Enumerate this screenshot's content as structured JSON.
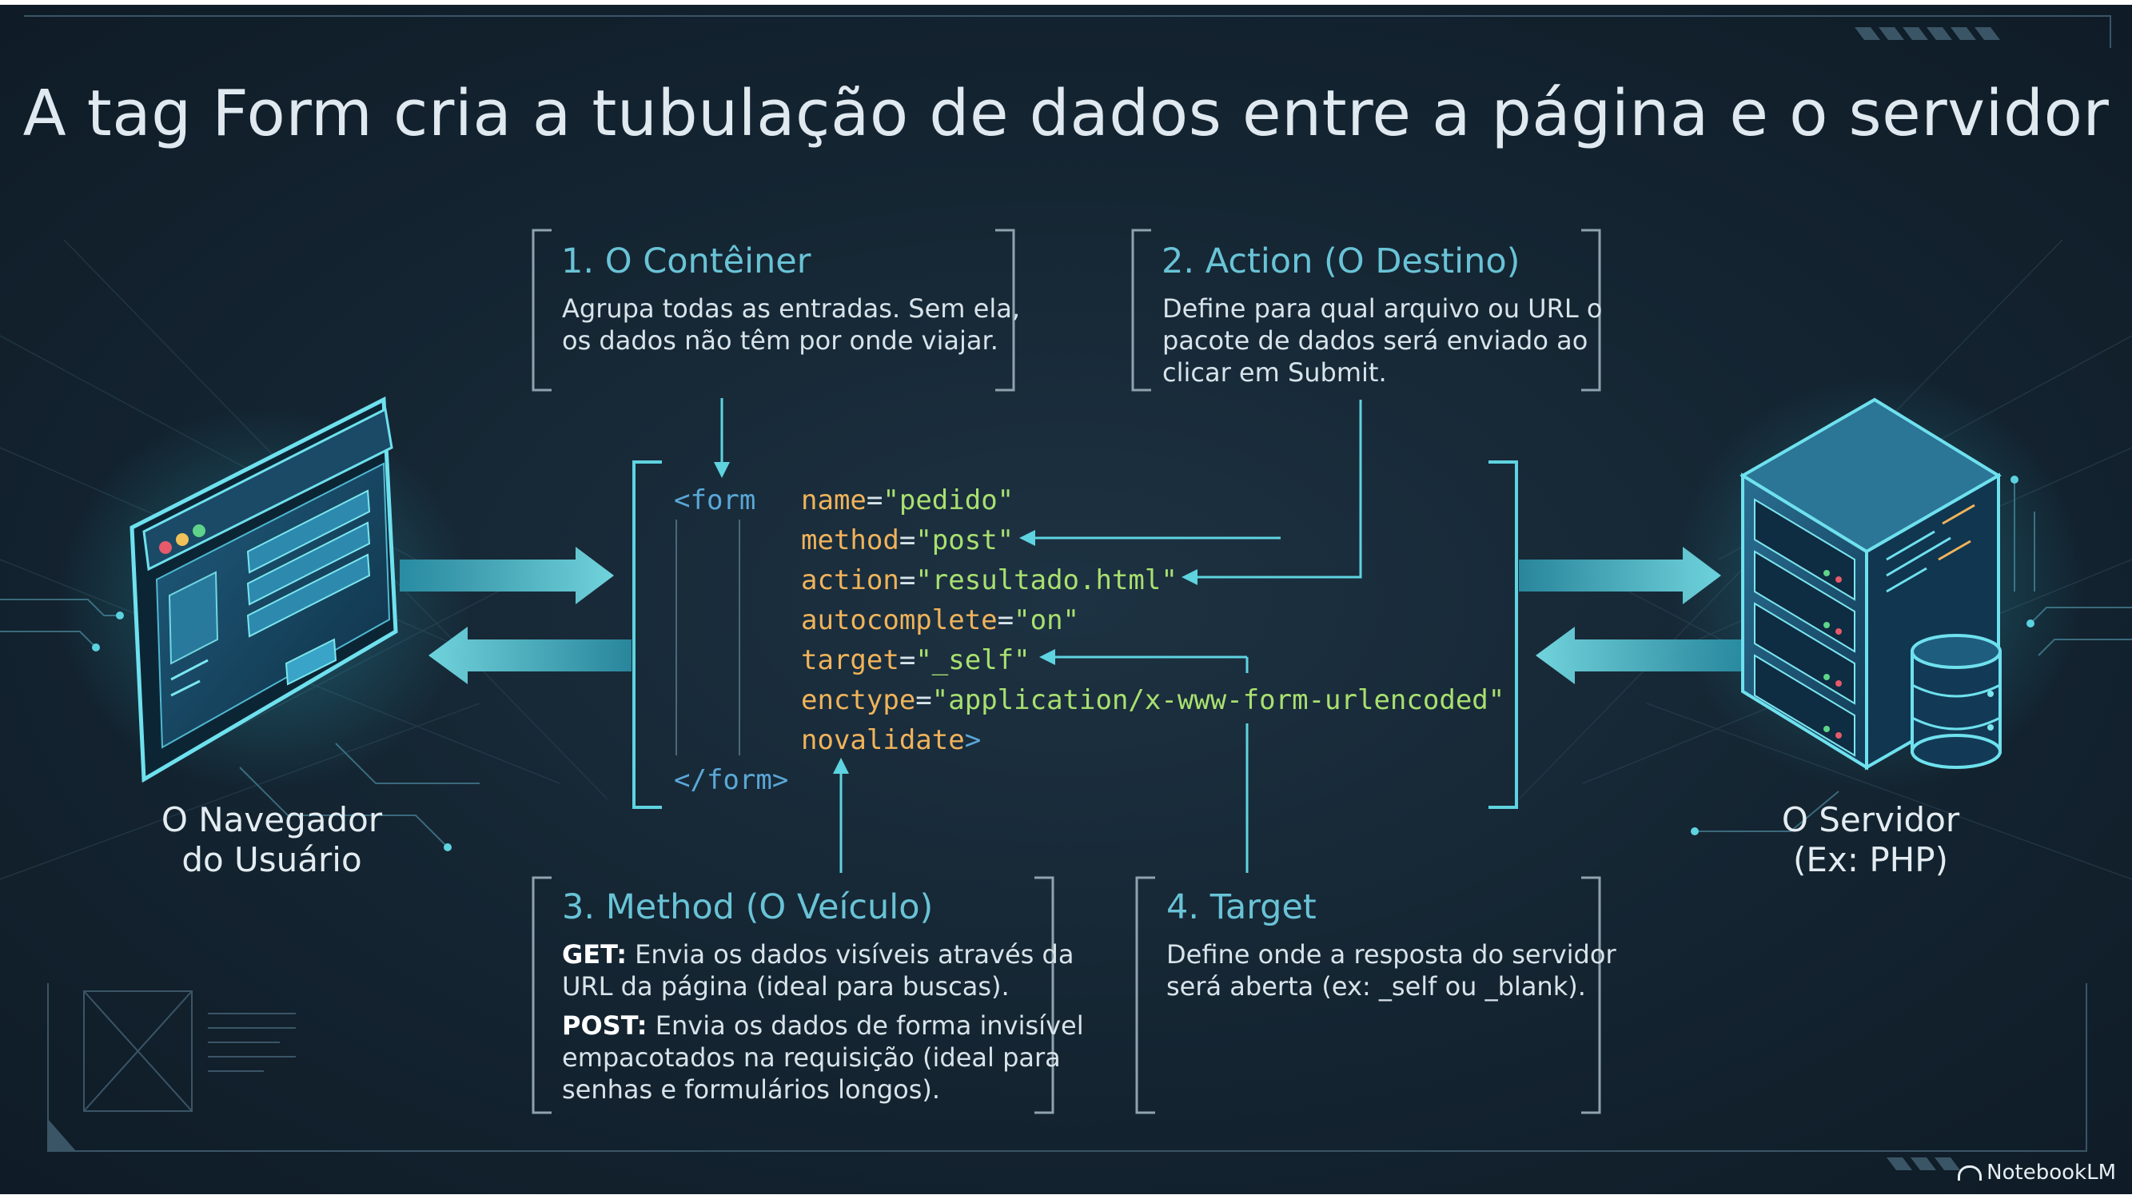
{
  "title": "A tag Form cria a tubulação de dados entre a página e o servidor",
  "boxes": {
    "container": {
      "title": "1. O Contêiner",
      "lines": [
        "Agrupa todas as entradas. Sem ela,",
        "os dados não têm por onde viajar."
      ]
    },
    "action": {
      "title": "2. Action (O Destino)",
      "lines": [
        "Define para qual arquivo ou URL o",
        "pacote de dados será enviado ao",
        "clicar em Submit."
      ]
    },
    "method": {
      "title": "3. Method (O Veículo)",
      "get_label": "GET:",
      "get_lines": [
        "Envia os dados visíveis através da",
        "URL da página (ideal para buscas)."
      ],
      "post_label": "POST:",
      "post_lines": [
        "Envia os dados de forma invisível",
        "empacotados na requisição (ideal para",
        "senhas e formulários longos)."
      ]
    },
    "target": {
      "title": "4. Target",
      "lines": [
        "Define onde a resposta do servidor",
        "será aberta (ex: _self ou _blank)."
      ]
    }
  },
  "code": {
    "open_tag": "<form",
    "attributes": [
      {
        "name": "name",
        "value": "\"pedido\""
      },
      {
        "name": "method",
        "value": "\"post\""
      },
      {
        "name": "action",
        "value": "\"resultado.html\""
      },
      {
        "name": "autocomplete",
        "value": "\"on\""
      },
      {
        "name": "target",
        "value": "\"_self\""
      },
      {
        "name": "enctype",
        "value": "\"application/x-www-form-urlencoded\""
      }
    ],
    "last_attribute": "novalidate",
    "open_close": ">",
    "close_tag": "</form>"
  },
  "browser_label": [
    "O Navegador",
    "do Usuário"
  ],
  "server_label": [
    "O Servidor",
    "(Ex: PHP)"
  ],
  "brand": "NotebookLM",
  "colors": {
    "background": "#142431",
    "accent": "#5fd3e0",
    "title_text": "#dfe9ef",
    "box_title": "#69c3d6",
    "code_attr": "#f0b35a",
    "code_value": "#a9e06f",
    "code_tag": "#5aa8d8"
  },
  "icons": [
    "browser-window-icon",
    "server-rack-icon",
    "database-icon",
    "notebooklm-logo-icon"
  ]
}
